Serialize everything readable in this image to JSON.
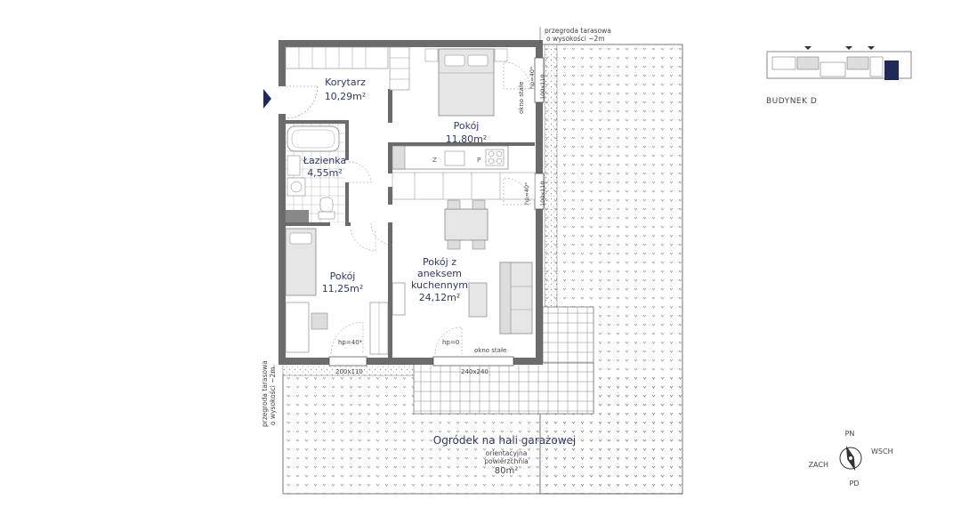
{
  "rooms": {
    "corridor": {
      "name": "Korytarz",
      "area": "10,29m²"
    },
    "bedroom1": {
      "name": "Pokój",
      "area": "11,80m²"
    },
    "bathroom": {
      "name": "Łazienka",
      "area": "4,55m²"
    },
    "bedroom2": {
      "name": "Pokój",
      "area": "11,25m²"
    },
    "living": {
      "line1": "Pokój z",
      "line2": "aneksem",
      "line3": "kuchennym",
      "area": "24,12m²"
    }
  },
  "garden": {
    "name": "Ogródek na hali garażowej",
    "note1": "orientacyjna",
    "note2": "powierzchnia",
    "area": "80m²"
  },
  "terrace_note_top": {
    "line1": "przegroda tarasowa",
    "line2": "o wysokości ~2m"
  },
  "terrace_note_left": {
    "line1": "przegroda tarasowa",
    "line2": "o wysokości ~2m"
  },
  "windows": {
    "fixed_right": "okno stałe",
    "fixed_bottom": "okno stałe",
    "hp40_right_top": "hp=40*",
    "hp40_right_mid": "hp=40*",
    "hp40_bottom": "hp=40*",
    "hp0_bottom": "hp=0",
    "size_200x110": "200x110",
    "size_240x240": "240x240",
    "size_right_top": "100x110",
    "size_right_mid": "100x110"
  },
  "building": {
    "label": "BUDYNEK D"
  },
  "compass": {
    "n": "PN",
    "e": "WSCH",
    "w": "ZACH",
    "s": "PD"
  },
  "colors": {
    "label": "#2f3a66",
    "wall": "#555555",
    "entrance": "#1f2a5a",
    "highlight": "#1f2a5a"
  }
}
